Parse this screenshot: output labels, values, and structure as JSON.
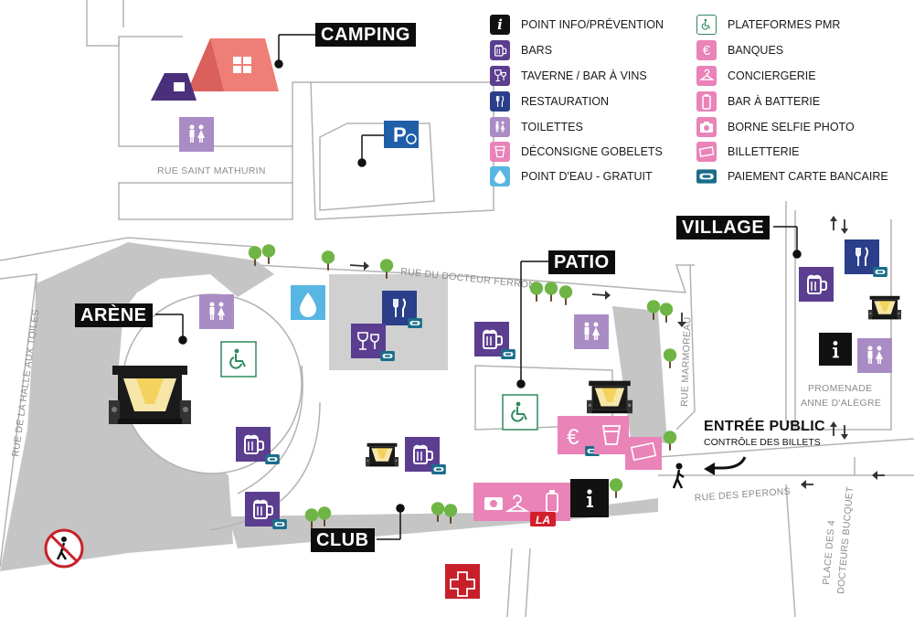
{
  "colors": {
    "purple": "#5b3e8f",
    "lavender": "#a98cc4",
    "pink": "#e983b8",
    "blue": "#1f5fa8",
    "water": "#58b6e3",
    "pmr_green": "#2f8a5c",
    "dark_blue": "#2a3e8a",
    "black": "#111111",
    "gray_area": "#bfbfbf",
    "tent": "#ef7e76",
    "red_cross": "#c8202b"
  },
  "legend": {
    "left": [
      {
        "label": "POINT INFO/PRÉVENTION",
        "icon": "info-icon",
        "color": "#111111"
      },
      {
        "label": "BARS",
        "icon": "beer-mug-icon",
        "color": "#5b3e8f"
      },
      {
        "label": "TAVERNE / BAR À VINS",
        "icon": "wine-glass-icon",
        "color": "#5b3e8f"
      },
      {
        "label": "RESTAURATION",
        "icon": "cutlery-icon",
        "color": "#2a3e8a"
      },
      {
        "label": "TOILETTES",
        "icon": "toilet-icon",
        "color": "#a98cc4"
      },
      {
        "label": "DÉCONSIGNE GOBELETS",
        "icon": "cup-icon",
        "color": "#e983b8"
      },
      {
        "label": "POINT D'EAU - GRATUIT",
        "icon": "water-drop-icon",
        "color": "#58b6e3"
      }
    ],
    "right": [
      {
        "label": "PLATEFORMES PMR",
        "icon": "wheelchair-icon",
        "color": "#2f8a5c"
      },
      {
        "label": "BANQUES",
        "icon": "euro-icon",
        "color": "#e983b8"
      },
      {
        "label": "CONCIERGERIE",
        "icon": "hanger-icon",
        "color": "#e983b8"
      },
      {
        "label": "BAR À BATTERIE",
        "icon": "battery-icon",
        "color": "#e983b8"
      },
      {
        "label": "BORNE SELFIE PHOTO",
        "icon": "camera-icon",
        "color": "#e983b8"
      },
      {
        "label": "BILLETTERIE",
        "icon": "ticket-icon",
        "color": "#e983b8"
      },
      {
        "label": "PAIEMENT CARTE BANCAIRE",
        "icon": "card-payment-icon",
        "color": "#1a7a8a"
      }
    ]
  },
  "zones": {
    "camping": "CAMPING",
    "village": "VILLAGE",
    "patio": "PATIO",
    "arene": "ARÈNE",
    "club": "CLUB"
  },
  "streets": {
    "saint_mathurin": "RUE SAINT MATHURIN",
    "docteur_ferron": "RUE DU DOCTEUR FERRON",
    "marmoreau": "RUE MARMOREAU",
    "halle_aux_toiles": "RUE DE LA HALLE AUX TOILES",
    "eperons": "RUE DES EPERONS",
    "promenade_1": "PROMENADE",
    "promenade_2": "ANNE D'ALÈGRE",
    "place_1": "PLACE DES 4",
    "place_2": "DOCTEURS BUCQUET"
  },
  "entrance": {
    "title": "ENTRÉE PUBLIC",
    "subtitle": "CONTRÔLE DES BILLETS"
  },
  "parking_letter": "P",
  "sponsor_badge": "LA"
}
